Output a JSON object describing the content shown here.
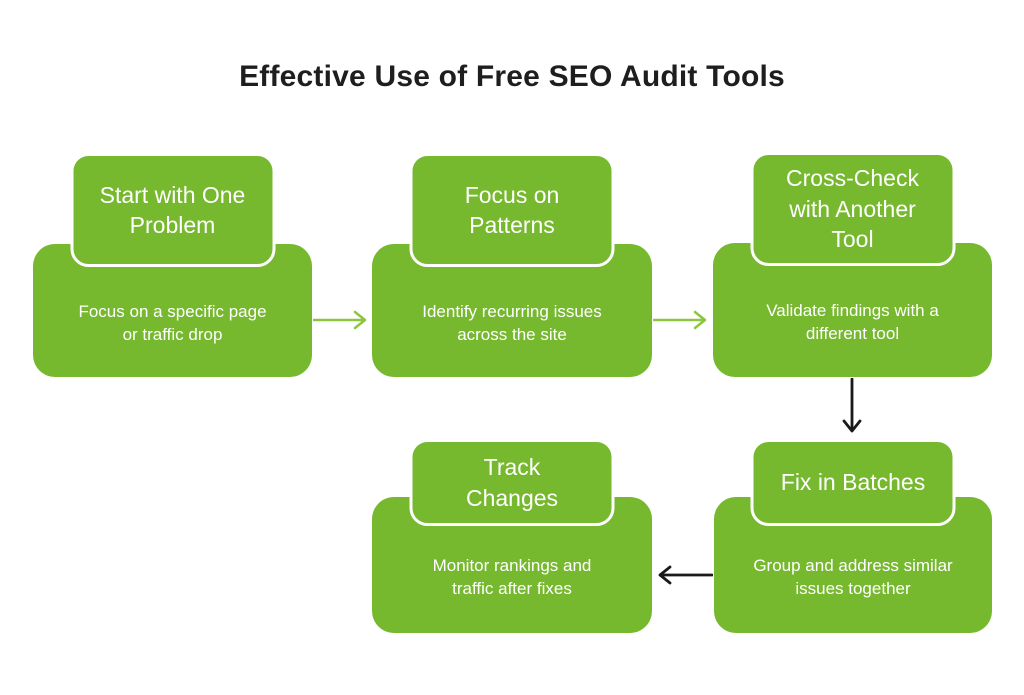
{
  "page": {
    "title": "Effective Use of Free SEO Audit Tools"
  },
  "colors": {
    "node_fill": "#76b82e",
    "node_header_border": "#ffffff",
    "node_text": "#ffffff",
    "title_text": "#1e1e1e",
    "arrow_green": "#8cc63e",
    "arrow_black": "#1a1a1a",
    "background": "#ffffff"
  },
  "nodes": [
    {
      "name": "start-with-one-problem",
      "title": "Start with One\nProblem",
      "description": "Focus on a specific page\nor traffic drop"
    },
    {
      "name": "focus-on-patterns",
      "title": "Focus on\nPatterns",
      "description": "Identify recurring issues\nacross the site"
    },
    {
      "name": "cross-check-with-another-tool",
      "title": "Cross-Check\nwith Another\nTool",
      "description": "Validate findings with a\ndifferent tool"
    },
    {
      "name": "fix-in-batches",
      "title": "Fix in Batches",
      "description": "Group and address similar\nissues together"
    },
    {
      "name": "track-changes",
      "title": "Track\nChanges",
      "description": "Monitor rankings and\ntraffic after fixes"
    }
  ],
  "connections": [
    {
      "from": "start-with-one-problem",
      "to": "focus-on-patterns",
      "direction": "right",
      "color": "#8cc63e"
    },
    {
      "from": "focus-on-patterns",
      "to": "cross-check-with-another-tool",
      "direction": "right",
      "color": "#8cc63e"
    },
    {
      "from": "cross-check-with-another-tool",
      "to": "fix-in-batches",
      "direction": "down",
      "color": "#1a1a1a"
    },
    {
      "from": "fix-in-batches",
      "to": "track-changes",
      "direction": "left",
      "color": "#1a1a1a"
    }
  ]
}
